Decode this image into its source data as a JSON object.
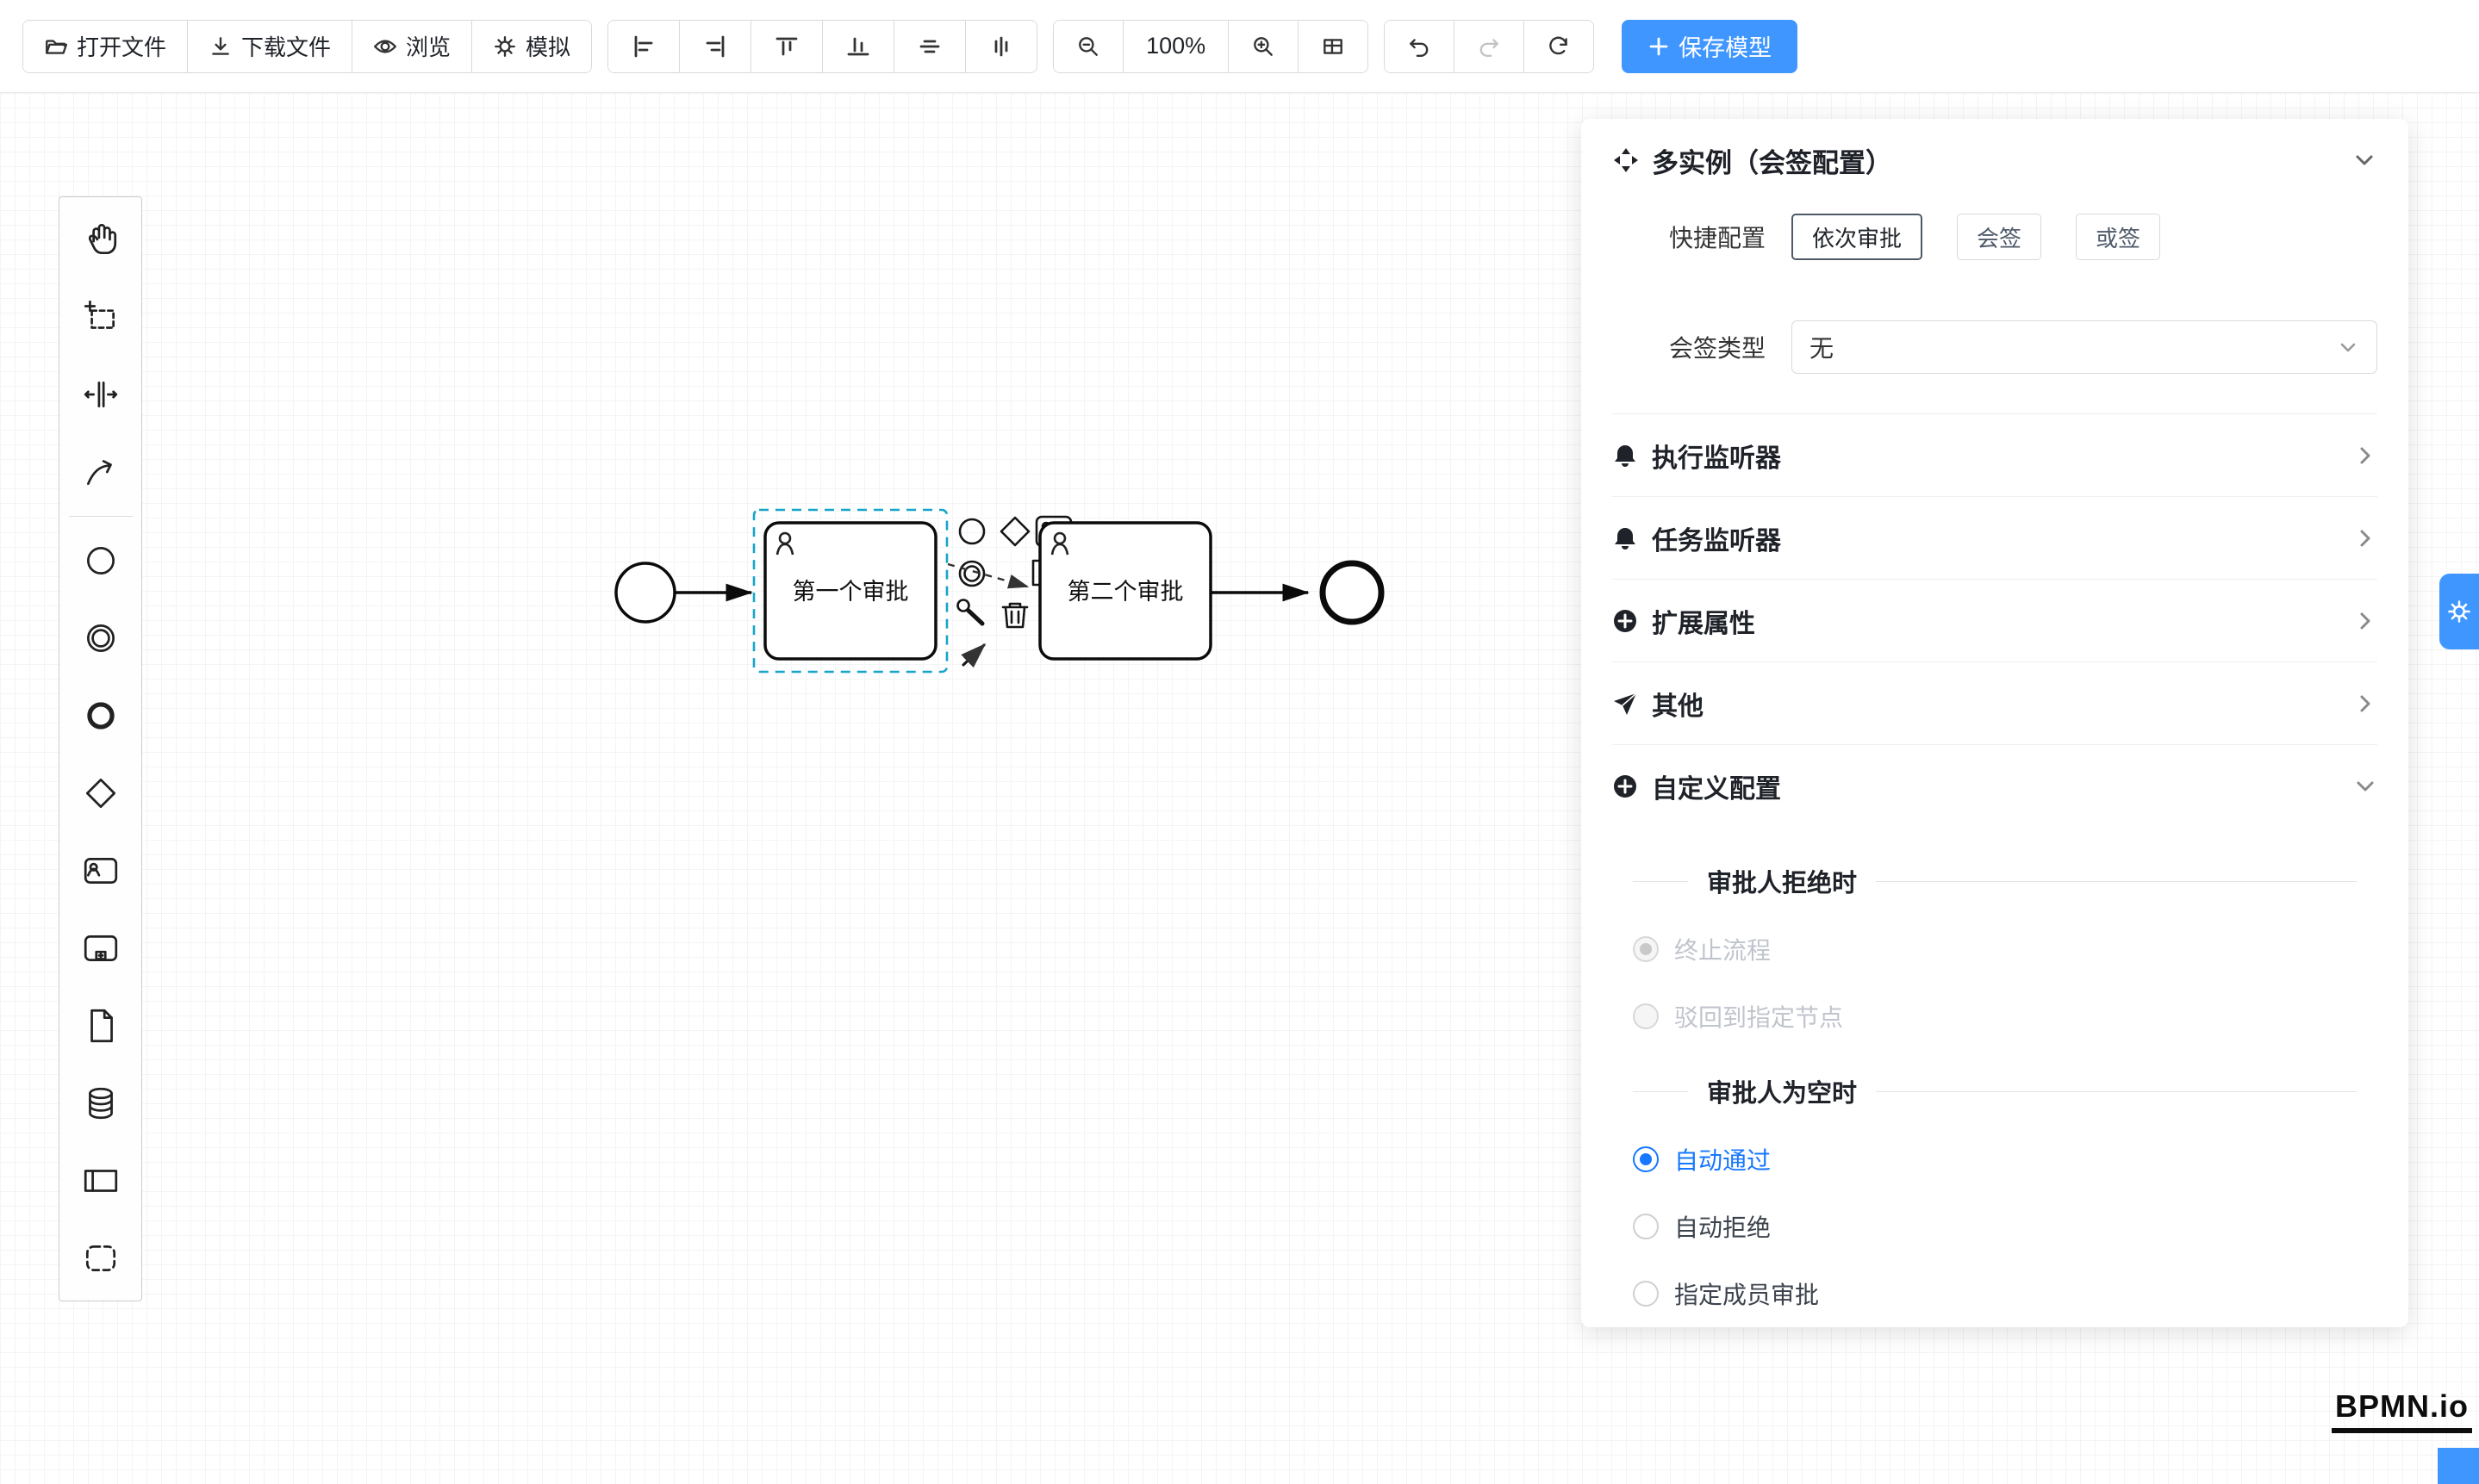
{
  "colors": {
    "accent": "#1677ff",
    "save_button": "#4096ff",
    "selection_outline": "#17a4c9"
  },
  "toolbar": {
    "open_label": "打开文件",
    "download_label": "下载文件",
    "preview_label": "浏览",
    "simulate_label": "模拟",
    "zoom_level": "100%",
    "save_label": "保存模型"
  },
  "canvas": {
    "task1_label": "第一个审批",
    "task2_label": "第二个审批"
  },
  "panel": {
    "title": "多实例（会签配置）",
    "quick_config_label": "快捷配置",
    "quick_options": [
      {
        "label": "依次审批",
        "selected": true
      },
      {
        "label": "会签",
        "selected": false
      },
      {
        "label": "或签",
        "selected": false
      }
    ],
    "sign_type_label": "会签类型",
    "sign_type_value": "无",
    "sections": [
      {
        "label": "执行监听器"
      },
      {
        "label": "任务监听器"
      },
      {
        "label": "扩展属性"
      },
      {
        "label": "其他"
      },
      {
        "label": "自定义配置"
      }
    ],
    "custom": {
      "reject_title": "审批人拒绝时",
      "reject_options": [
        {
          "label": "终止流程",
          "selected": true,
          "disabled": true
        },
        {
          "label": "驳回到指定节点",
          "selected": false,
          "disabled": true
        }
      ],
      "empty_title": "审批人为空时",
      "empty_options": [
        {
          "label": "自动通过",
          "selected": true
        },
        {
          "label": "自动拒绝",
          "selected": false
        },
        {
          "label": "指定成员审批",
          "selected": false
        }
      ]
    }
  },
  "logo": "BPMN.io"
}
